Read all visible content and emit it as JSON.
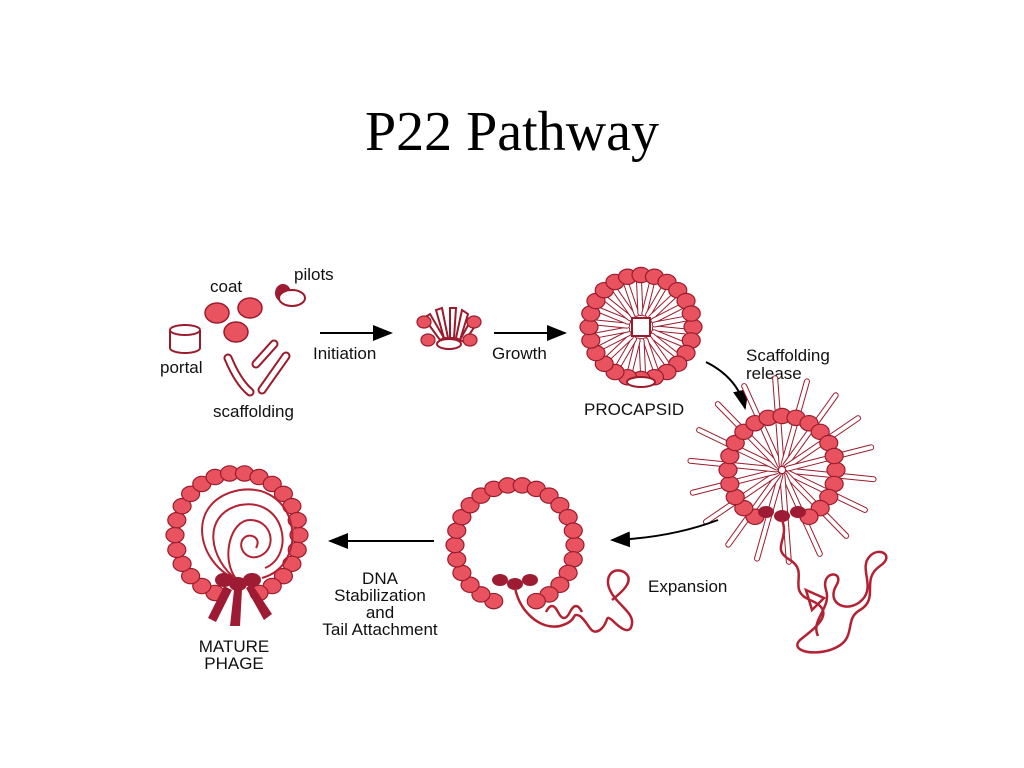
{
  "title": "P22 Pathway",
  "colors": {
    "coat": "#e8535f",
    "coat_stroke": "#9b1b2c",
    "scaffold_fill": "#ffffff",
    "dna": "#b32232",
    "tail": "#9e1c33",
    "arrow": "#000000"
  },
  "labels": {
    "coat": "coat",
    "pilots": "pilots",
    "portal": "portal",
    "scaffolding": "scaffolding",
    "initiation": "Initiation",
    "growth": "Growth",
    "procapsid": "PROCAPSID",
    "scaffolding_release_1": "Scaffolding",
    "scaffolding_release_2": "release",
    "expansion": "Expansion",
    "dna_1": "DNA",
    "dna_2": "Stabilization",
    "dna_3": "and",
    "dna_4": "Tail Attachment",
    "mature_1": "MATURE",
    "mature_2": "PHAGE"
  }
}
